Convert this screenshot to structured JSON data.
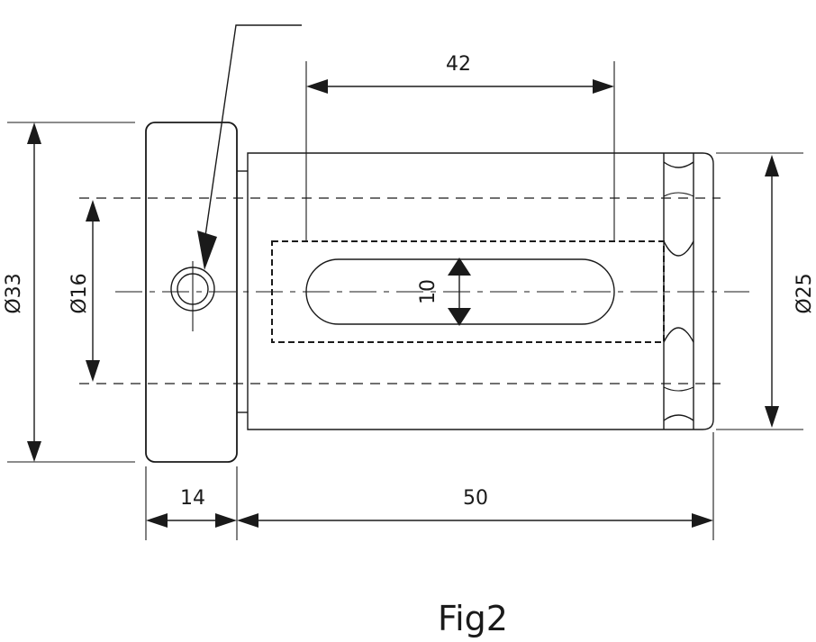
{
  "figure": {
    "caption": "Fig2"
  },
  "dimensions": {
    "overall_diameter": "Ø33",
    "bore_diameter": "Ø16",
    "shank_diameter": "Ø25",
    "slot_length": "42",
    "slot_width": "10",
    "flange_length": "14",
    "shank_length": "50"
  }
}
